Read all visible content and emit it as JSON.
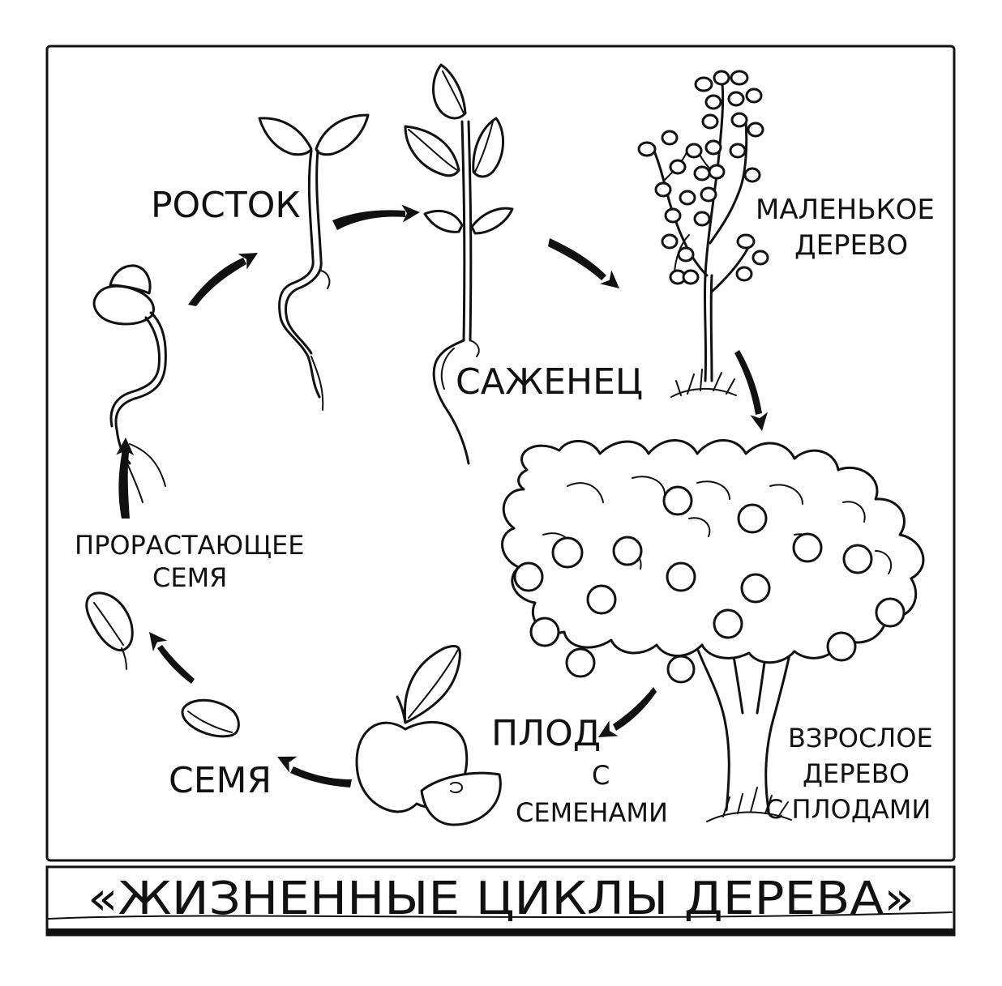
{
  "labels": {
    "sprout": "РОСТОК",
    "small_tree_line1": "МАЛЕНЬКОЕ",
    "small_tree_line2": "ДЕРЕВО",
    "seedling": "САЖЕНЕЦ",
    "germinating_line1": "ПРОРАСТАЮЩЕЕ",
    "germinating_line2": "СЕМЯ",
    "seed": "СЕМЯ",
    "fruit_line1": "ПЛОД",
    "fruit_line2": "С",
    "fruit_line3": "СЕМЕНАМИ",
    "adult_line1": "ВЗРОСЛОЕ",
    "adult_line2": "ДЕРЕВО",
    "adult_line3": "С ПЛОДАМИ"
  },
  "title": "«ЖИЗНЕННЫЕ ЦИКЛЫ ДЕРЕВА»"
}
